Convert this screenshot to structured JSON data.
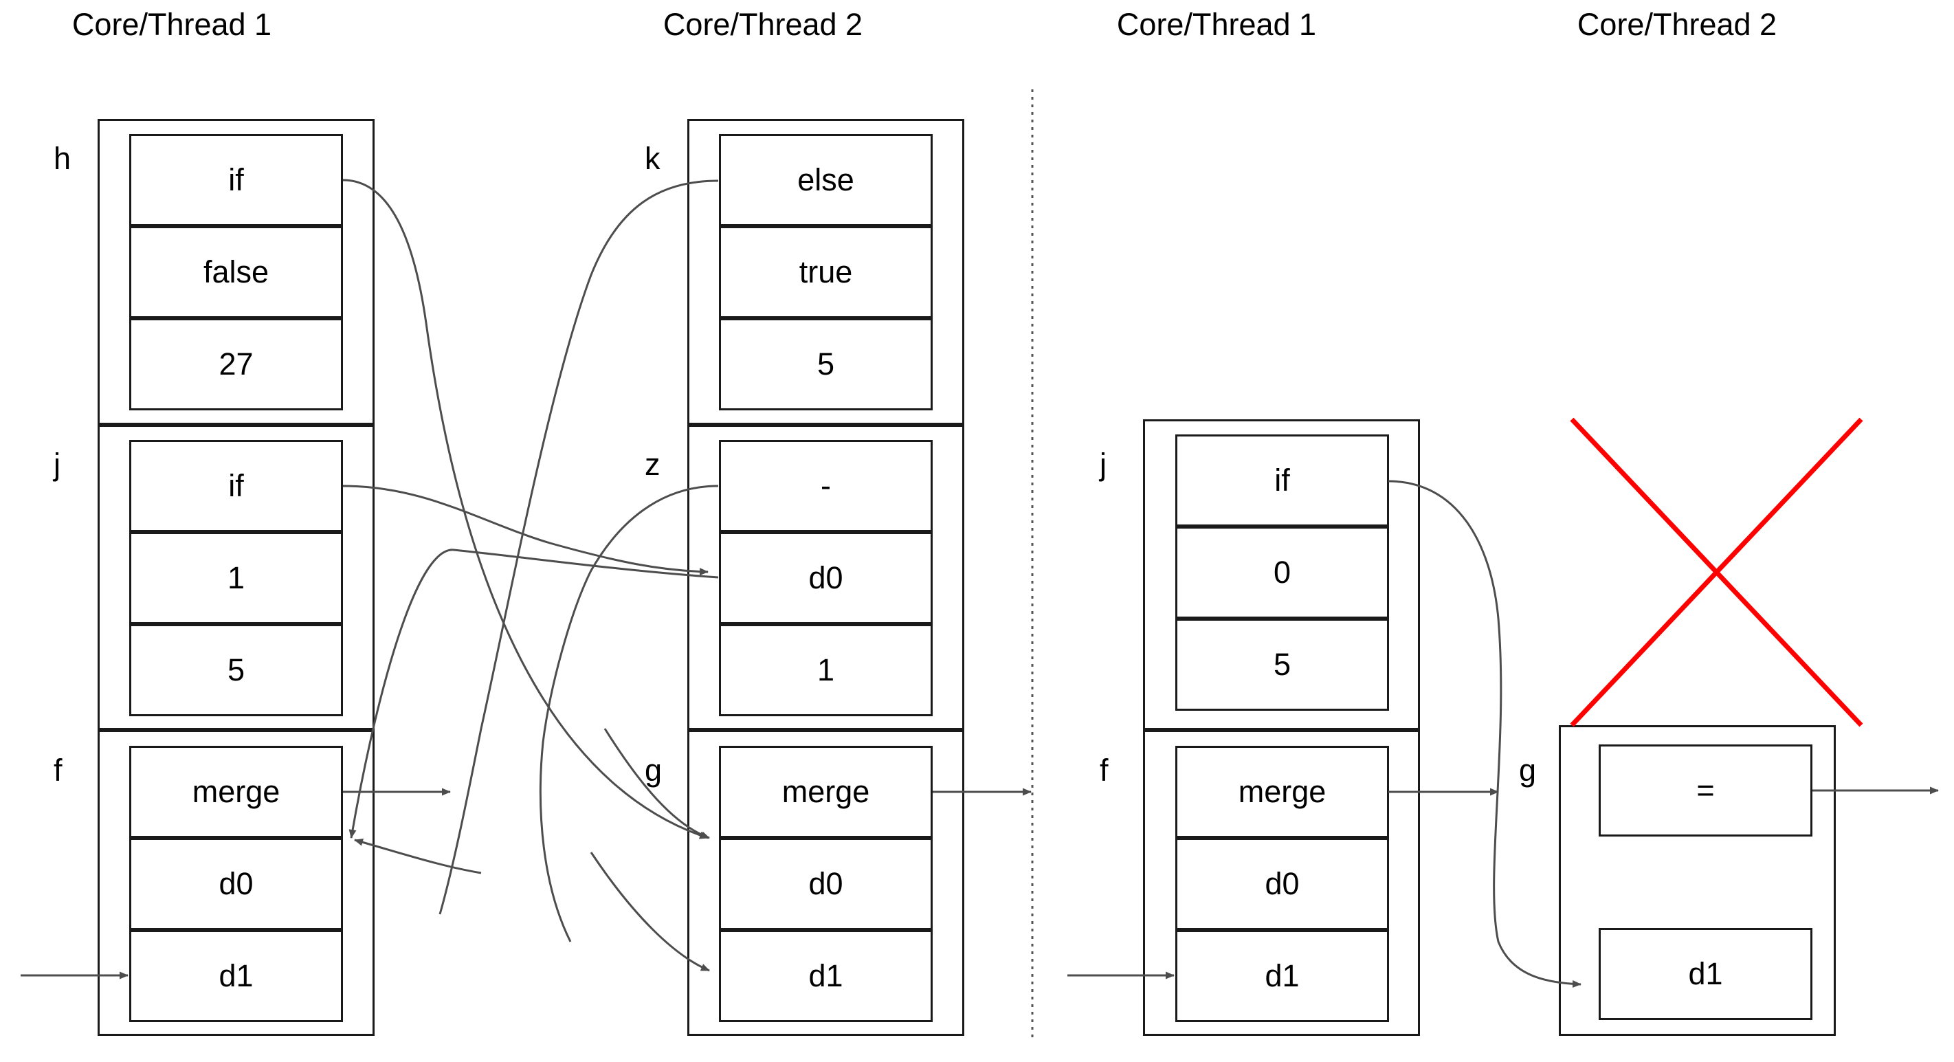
{
  "figure": {
    "type": "diagram",
    "description": "Two-panel instruction-window diagram comparing speculative merge across two cores/threads",
    "colors": {
      "line": "#1a1a1a",
      "arrow": "#555555",
      "invalid": "#ff0000",
      "text": "#000000",
      "background": "#ffffff"
    },
    "divider": {
      "style": "dotted",
      "orientation": "vertical"
    }
  },
  "panels": [
    {
      "id": "left",
      "columns": [
        {
          "id": "left-core1",
          "title": "Core/Thread 1",
          "groups": [
            {
              "label": "h",
              "cells": [
                "if",
                "false",
                "27"
              ]
            },
            {
              "label": "j",
              "cells": [
                "if",
                "1",
                "5"
              ]
            },
            {
              "label": "f",
              "cells": [
                "merge",
                "d0",
                "d1"
              ]
            }
          ]
        },
        {
          "id": "left-core2",
          "title": "Core/Thread 2",
          "groups": [
            {
              "label": "k",
              "cells": [
                "else",
                "true",
                "5"
              ]
            },
            {
              "label": "z",
              "cells": [
                "-",
                "d0",
                "1"
              ]
            },
            {
              "label": "g",
              "cells": [
                "merge",
                "d0",
                "d1"
              ]
            }
          ]
        }
      ]
    },
    {
      "id": "right",
      "columns": [
        {
          "id": "right-core1",
          "title": "Core/Thread 1",
          "groups": [
            {
              "label": "j",
              "cells": [
                "if",
                "0",
                "5"
              ]
            },
            {
              "label": "f",
              "cells": [
                "merge",
                "d0",
                "d1"
              ]
            }
          ]
        },
        {
          "id": "right-core2",
          "title": "Core/Thread 2",
          "groups": [
            {
              "label": "g",
              "cells": [
                "=",
                "d1"
              ],
              "invalidated": true
            }
          ]
        }
      ]
    }
  ],
  "labels": {
    "left_c1_h": "h",
    "left_c1_j": "j",
    "left_c1_f": "f",
    "left_c2_k": "k",
    "left_c2_z": "z",
    "left_c2_g": "g",
    "right_c1_j": "j",
    "right_c1_f": "f",
    "right_c2_g": "g"
  },
  "titles": {
    "t1": "Core/Thread 1",
    "t2": "Core/Thread 2",
    "t3": "Core/Thread 1",
    "t4": "Core/Thread 2"
  },
  "cells": {
    "lc1": {
      "h0": "if",
      "h1": "false",
      "h2": "27",
      "j0": "if",
      "j1": "1",
      "j2": "5",
      "f0": "merge",
      "f1": "d0",
      "f2": "d1"
    },
    "lc2": {
      "k0": "else",
      "k1": "true",
      "k2": "5",
      "z0": "-",
      "z1": "d0",
      "z2": "1",
      "g0": "merge",
      "g1": "d0",
      "g2": "d1"
    },
    "rc1": {
      "j0": "if",
      "j1": "0",
      "j2": "5",
      "f0": "merge",
      "f1": "d0",
      "f2": "d1"
    },
    "rc2": {
      "g0": "=",
      "g1": "d1"
    }
  }
}
